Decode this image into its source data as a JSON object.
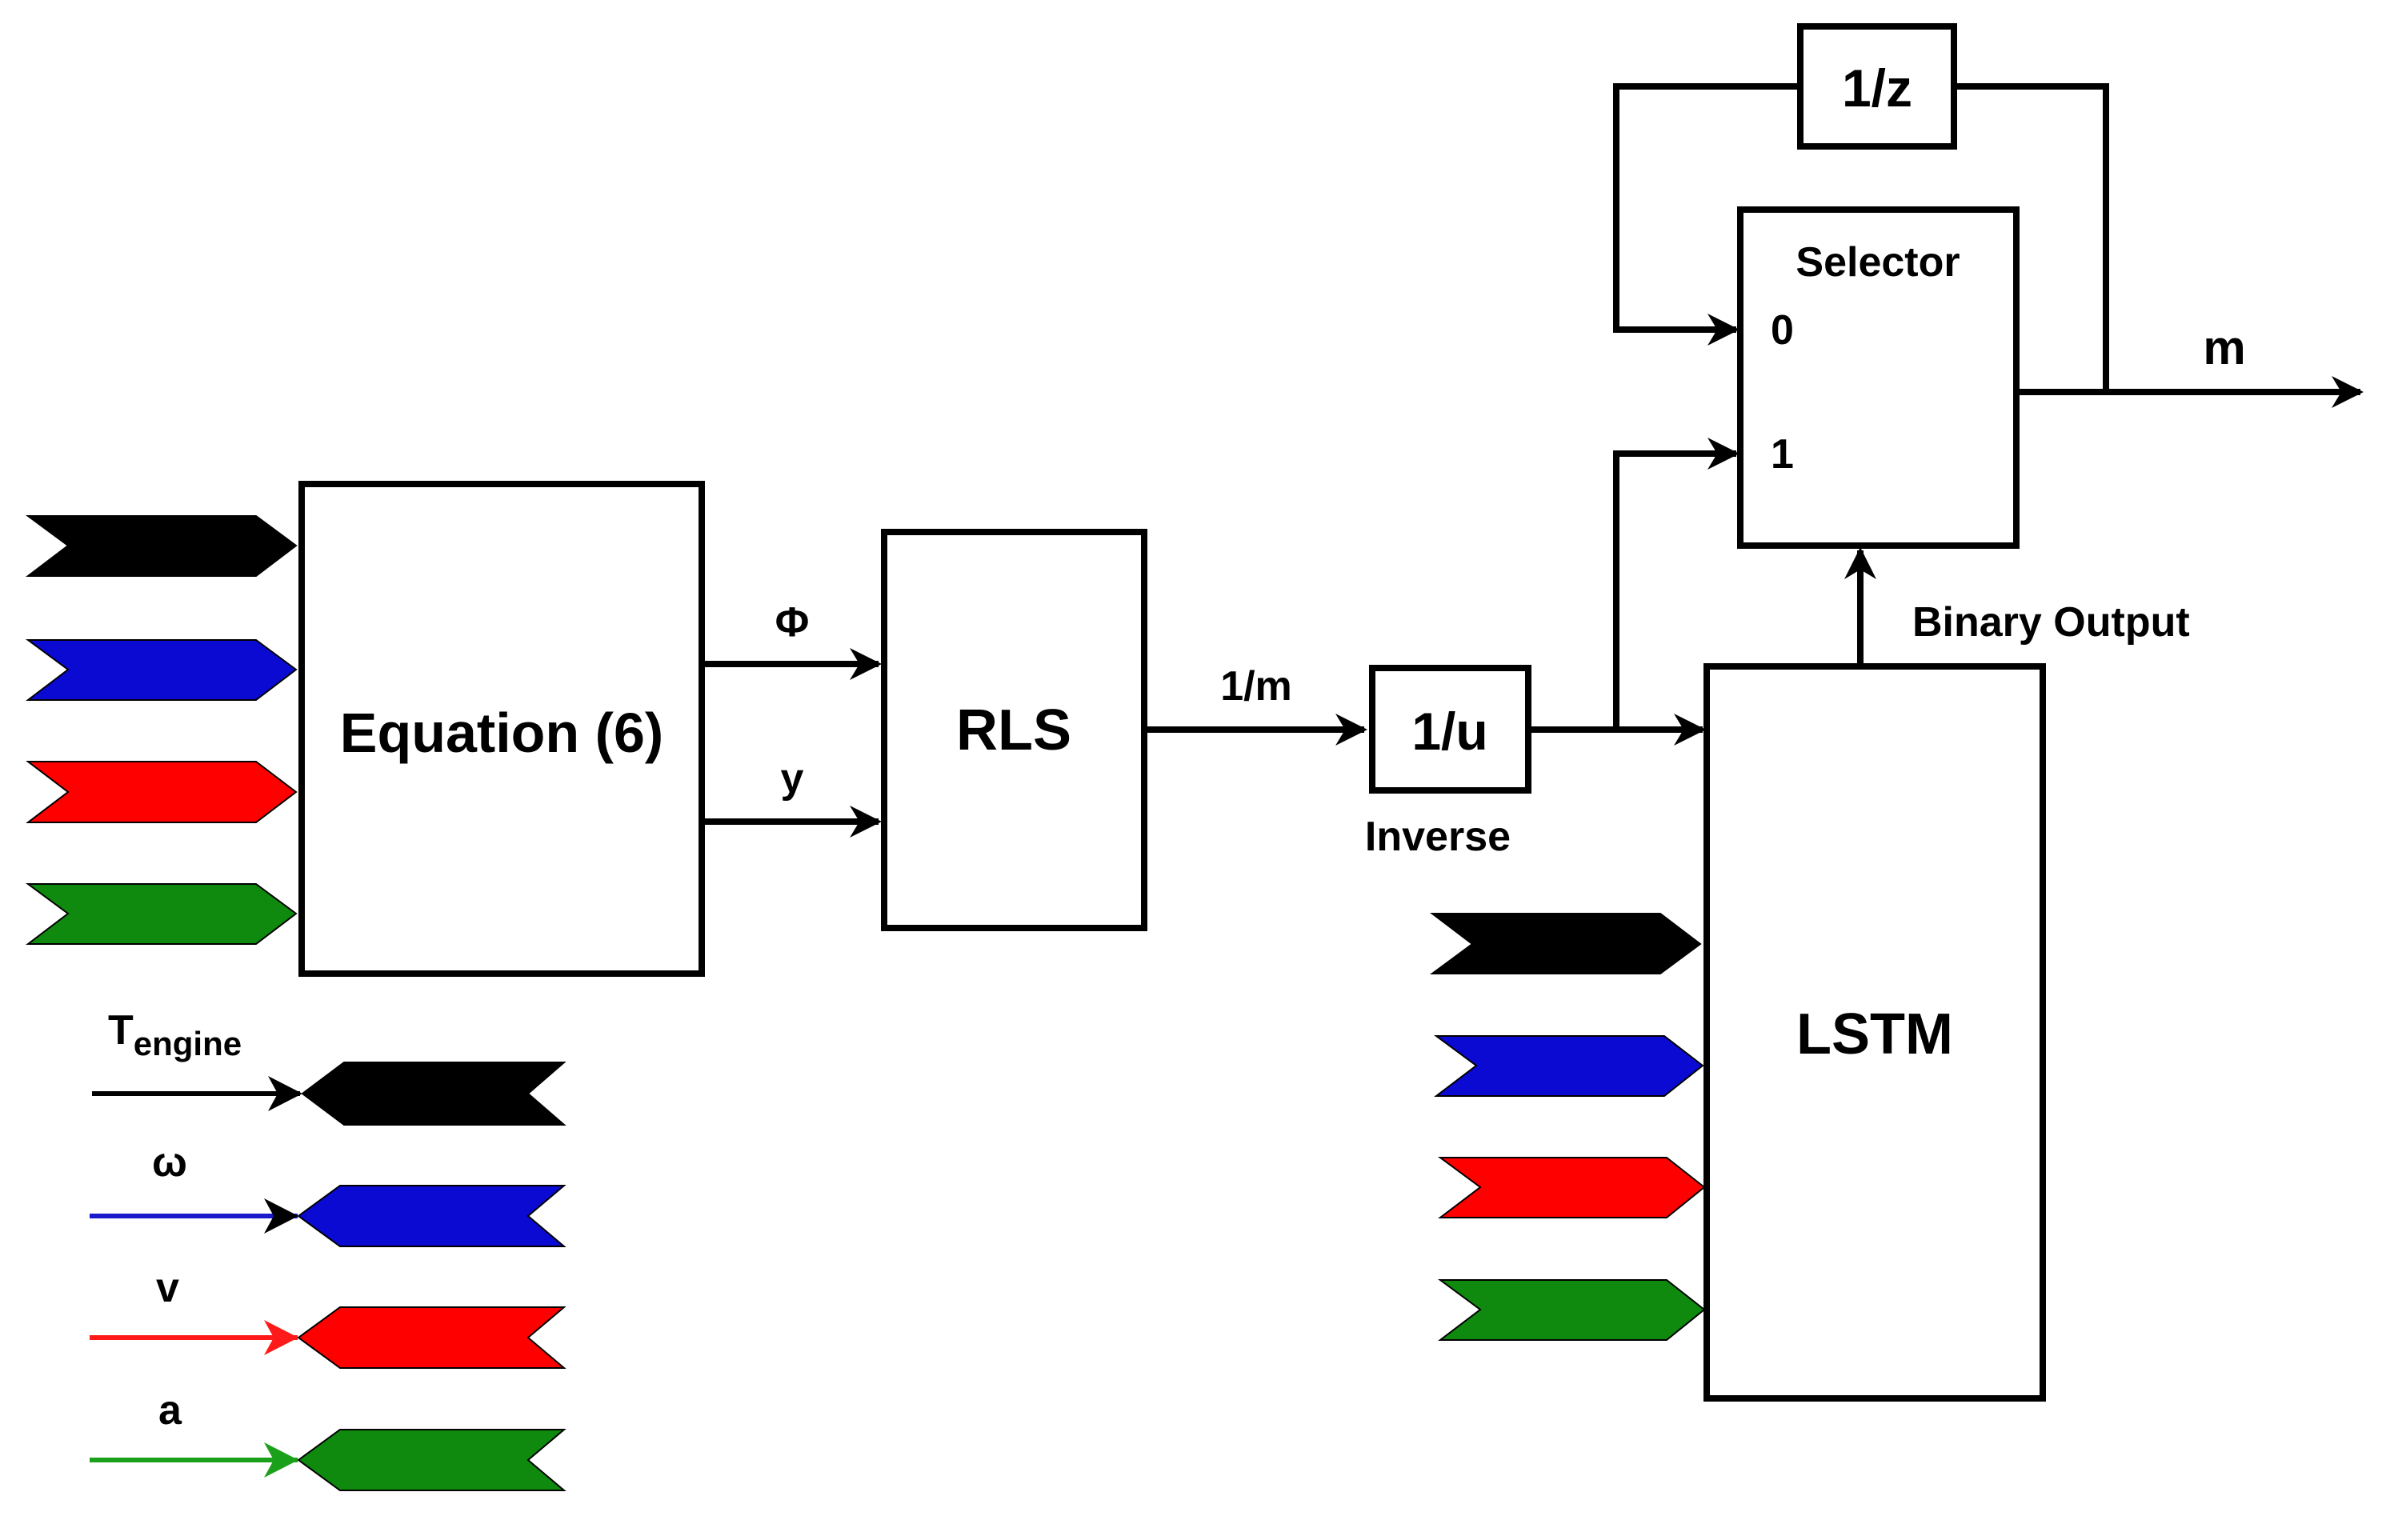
{
  "blocks": {
    "equation": "Equation (6)",
    "rls": "RLS",
    "inverse": "1/u",
    "inverse_caption": "Inverse",
    "delay": "1/z",
    "selector": "Selector",
    "selector_in0": "0",
    "selector_in1": "1",
    "lstm": "LSTM"
  },
  "signals": {
    "phi": "Φ",
    "y": "y",
    "one_over_m": "1/m",
    "binary_output": "Binary Output",
    "m": "m"
  },
  "legend": [
    {
      "symbol": "T",
      "subscript": "engine",
      "color": "#000000"
    },
    {
      "symbol": "ω",
      "color": "#0a0ad2"
    },
    {
      "symbol": "v",
      "color": "#ff0000"
    },
    {
      "symbol": "a",
      "color": "#0f8a0f"
    }
  ],
  "input_colors": [
    "#000000",
    "#0a0ad2",
    "#ff0000",
    "#0f8a0f"
  ],
  "legend_line_colors": [
    "#000000",
    "#1a1acc",
    "#ff1a1a",
    "#1aa01a"
  ]
}
